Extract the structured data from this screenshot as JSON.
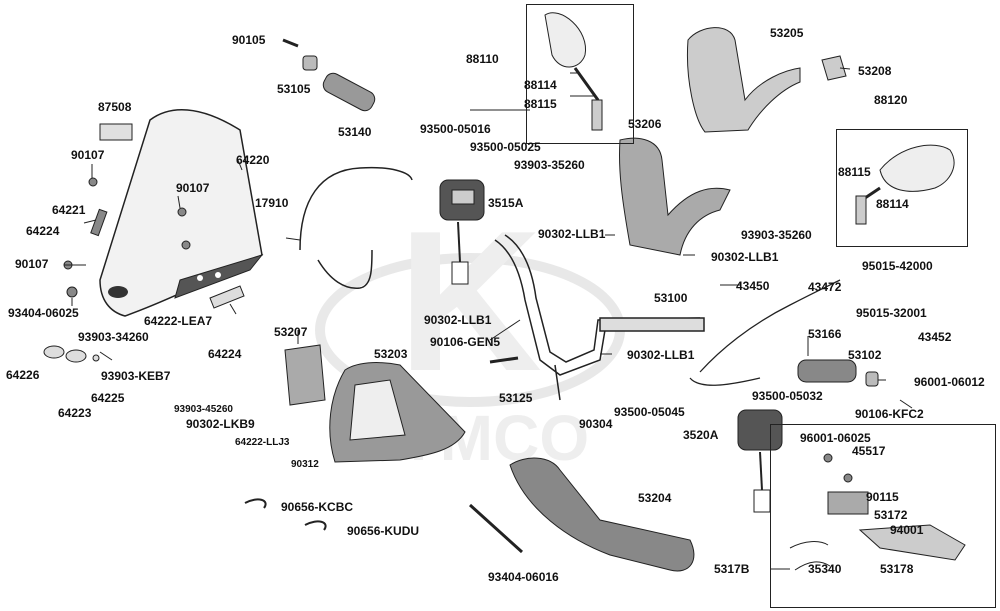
{
  "watermark": "KYMCO",
  "colors": {
    "line": "#222222",
    "part_fill": "#d8d8d8",
    "dark_fill": "#555555",
    "watermark": "#cfcfcf"
  },
  "parts": {
    "p90105": "90105",
    "p53105": "53105",
    "p53140": "53140",
    "p87508": "87508",
    "p90107a": "90107",
    "p64220": "64220",
    "p90107b": "90107",
    "p64221": "64221",
    "p64224a": "64224",
    "p90107c": "90107",
    "p93404_06025": "93404-06025",
    "p64222_lea7": "64222-LEA7",
    "p64224b": "64224",
    "p93903_34260": "93903-34260",
    "p64226": "64226",
    "p93903_keb7": "93903-KEB7",
    "p64225": "64225",
    "p64223": "64223",
    "p17910": "17910",
    "p88110": "88110",
    "p88114a": "88114",
    "p88115a": "88115",
    "p93500_05016": "93500-05016",
    "p93500_05025": "93500-05025",
    "p3515a": "3515A",
    "p53206": "53206",
    "p93903_35260a": "93903-35260",
    "p90302_llb1a": "90302-LLB1",
    "p93903_35260b": "93903-35260",
    "p90302_llb1b": "90302-LLB1",
    "p53205": "53205",
    "p53208": "53208",
    "p88120": "88120",
    "p88115b": "88115",
    "p88114b": "88114",
    "p53100": "53100",
    "p90302_llb1c": "90302-LLB1",
    "p90106_gen5": "90106-GEN5",
    "p90302_llb1d": "90302-LLB1",
    "p53125": "53125",
    "p90304": "90304",
    "p53207": "53207",
    "p53203": "53203",
    "p93903_45260": "93903-45260",
    "p90302_lkb9": "90302-LKB9",
    "p64222_llj3": "64222-LLJ3",
    "p90312": "90312",
    "p90656_kcbc": "90656-KCBC",
    "p90656_kudu": "90656-KUDU",
    "p93404_06016": "93404-06016",
    "p53204": "53204",
    "p43450": "43450",
    "p43472": "43472",
    "p95015_42000": "95015-42000",
    "p95015_32001": "95015-32001",
    "p43452": "43452",
    "p53166": "53166",
    "p53102": "53102",
    "p96001_06012": "96001-06012",
    "p90106_kfc2": "90106-KFC2",
    "p93500_05045": "93500-05045",
    "p93500_05032": "93500-05032",
    "p3520a": "3520A",
    "p96001_06025": "96001-06025",
    "p45517": "45517",
    "p90115": "90115",
    "p53172": "53172",
    "p94001": "94001",
    "p5317b": "5317B",
    "p35340": "35340",
    "p53178": "53178"
  }
}
